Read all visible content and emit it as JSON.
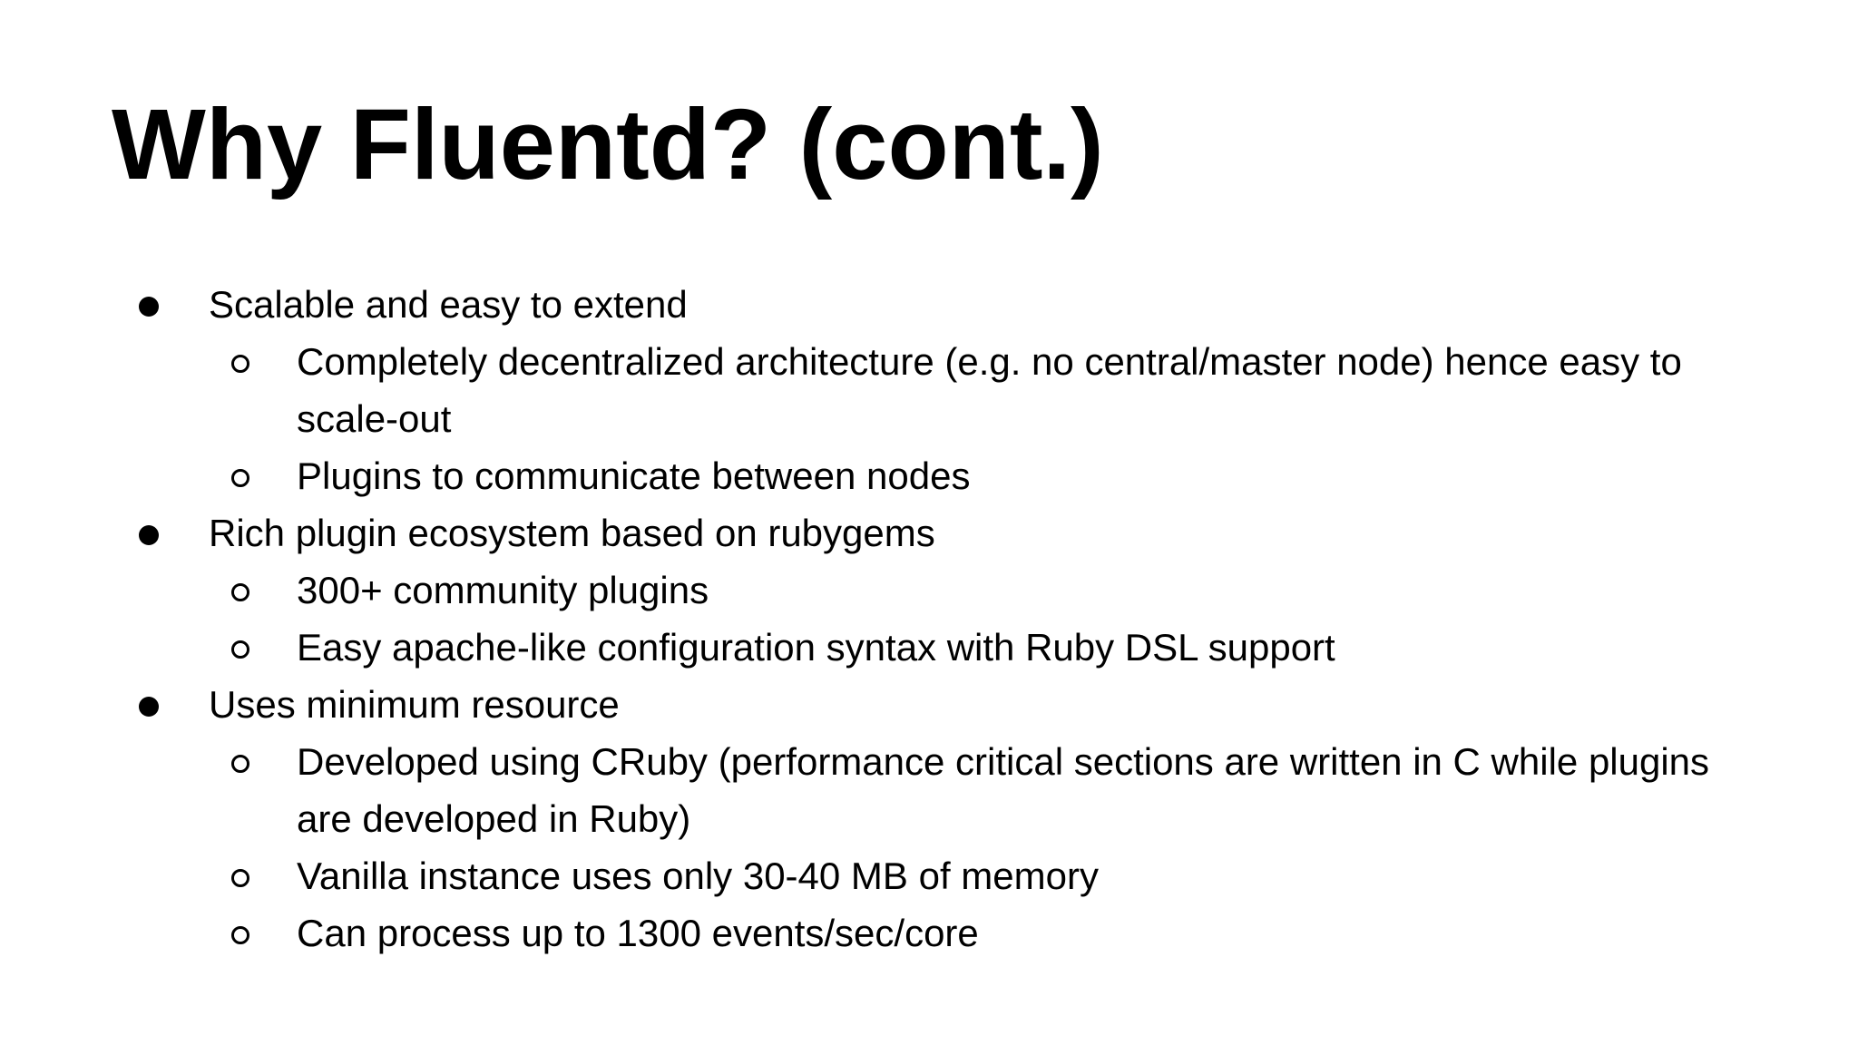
{
  "slide": {
    "title": "Why Fluentd? (cont.)",
    "bullets": [
      {
        "label": "Scalable and easy to extend",
        "children": [
          "Completely decentralized architecture (e.g. no central/master node) hence easy to scale-out",
          "Plugins to communicate between nodes"
        ]
      },
      {
        "label": "Rich plugin ecosystem based on rubygems",
        "children": [
          "300+ community plugins",
          "Easy apache-like configuration syntax with Ruby DSL support"
        ]
      },
      {
        "label": "Uses minimum resource",
        "children": [
          "Developed using CRuby (performance critical sections are written in C while plugins are developed in Ruby)",
          "Vanilla instance uses only 30-40 MB of memory",
          "Can process up to 1300 events/sec/core"
        ]
      }
    ]
  }
}
